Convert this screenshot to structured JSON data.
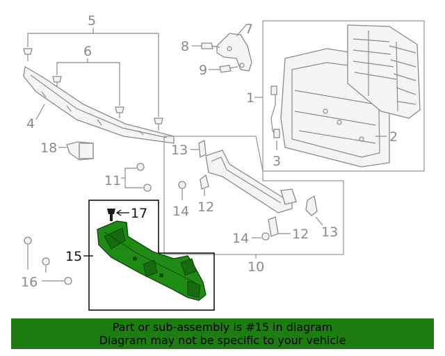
{
  "callouts": {
    "c1": "1",
    "c2": "2",
    "c3": "3",
    "c4": "4",
    "c5": "5",
    "c6": "6",
    "c7": "7",
    "c8": "8",
    "c9": "9",
    "c10": "10",
    "c11": "11",
    "c12a": "12",
    "c12b": "12",
    "c13a": "13",
    "c13b": "13",
    "c14a": "14",
    "c14b": "14",
    "c15": "15",
    "c16": "16",
    "c17": "17",
    "c18": "18"
  },
  "highlighted_part": "15",
  "banner": {
    "line1": "Part or sub-assembly is #15 in diagram",
    "line2": "Diagram may not be specific to your vehicle"
  },
  "colors": {
    "banner_bg": "#1e7d11",
    "highlight": "#1f8a14",
    "line_art": "#8a8a8a"
  }
}
